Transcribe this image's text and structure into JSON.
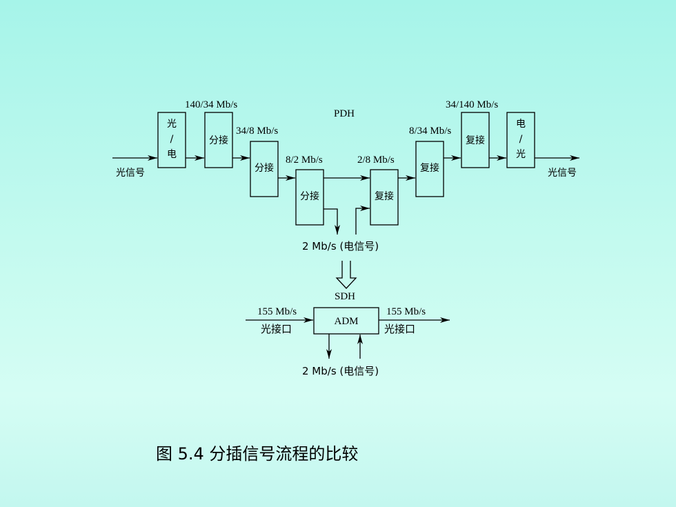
{
  "pdh": {
    "title": "PDH",
    "input_label": "光信号",
    "output_label": "光信号",
    "boxes": {
      "oe": [
        "光",
        "/",
        "电"
      ],
      "demux1": "分接",
      "demux2": "分接",
      "demux3": "分接",
      "mux3": "复接",
      "mux2": "复接",
      "mux1": "复接",
      "eo": [
        "电",
        "/",
        "光"
      ]
    },
    "rates": {
      "r1": "140/34 Mb/s",
      "r2": "34/8 Mb/s",
      "r3": "8/2 Mb/s",
      "r4": "2/8 Mb/s",
      "r5": "8/34 Mb/s",
      "r6": "34/140 Mb/s"
    },
    "tributary": "2 Mb/s (电信号)"
  },
  "sdh": {
    "title": "SDH",
    "adm": "ADM",
    "in_rate": "155 Mb/s",
    "in_port": "光接口",
    "out_rate": "155 Mb/s",
    "out_port": "光接口",
    "tributary": "2 Mb/s (电信号)"
  },
  "caption": "图 5.4   分插信号流程的比较"
}
